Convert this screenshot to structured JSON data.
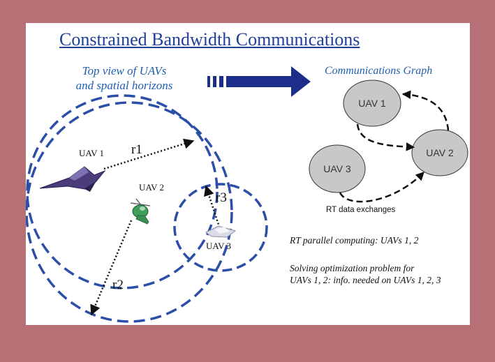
{
  "title": "Constrained Bandwidth Communications",
  "left_caption": {
    "line1": "Top view of UAVs",
    "line2": "and spatial horizons"
  },
  "right_caption": "Communications Graph",
  "spatial": {
    "uav1_label": "UAV 1",
    "uav2_label": "UAV 2",
    "uav3_label": "UAV 3",
    "r1_label": "r1",
    "r2_label": "r2",
    "r3_label": "r3"
  },
  "graph": {
    "nodes": [
      "UAV 1",
      "UAV 2",
      "UAV 3"
    ],
    "edge_label": "RT data exchanges"
  },
  "notes": {
    "parallel": "RT parallel computing: UAVs 1, 2",
    "opt_line1": "Solving optimization problem for",
    "opt_line2": "UAVs 1, 2: info. needed on UAVs 1, 2, 3"
  },
  "colors": {
    "frame": "#b87077",
    "circle_stroke": "#2b4fa8",
    "title": "#1f3f99",
    "node_fill": "#c8c8c8",
    "arrow": "#1c2d8a"
  }
}
